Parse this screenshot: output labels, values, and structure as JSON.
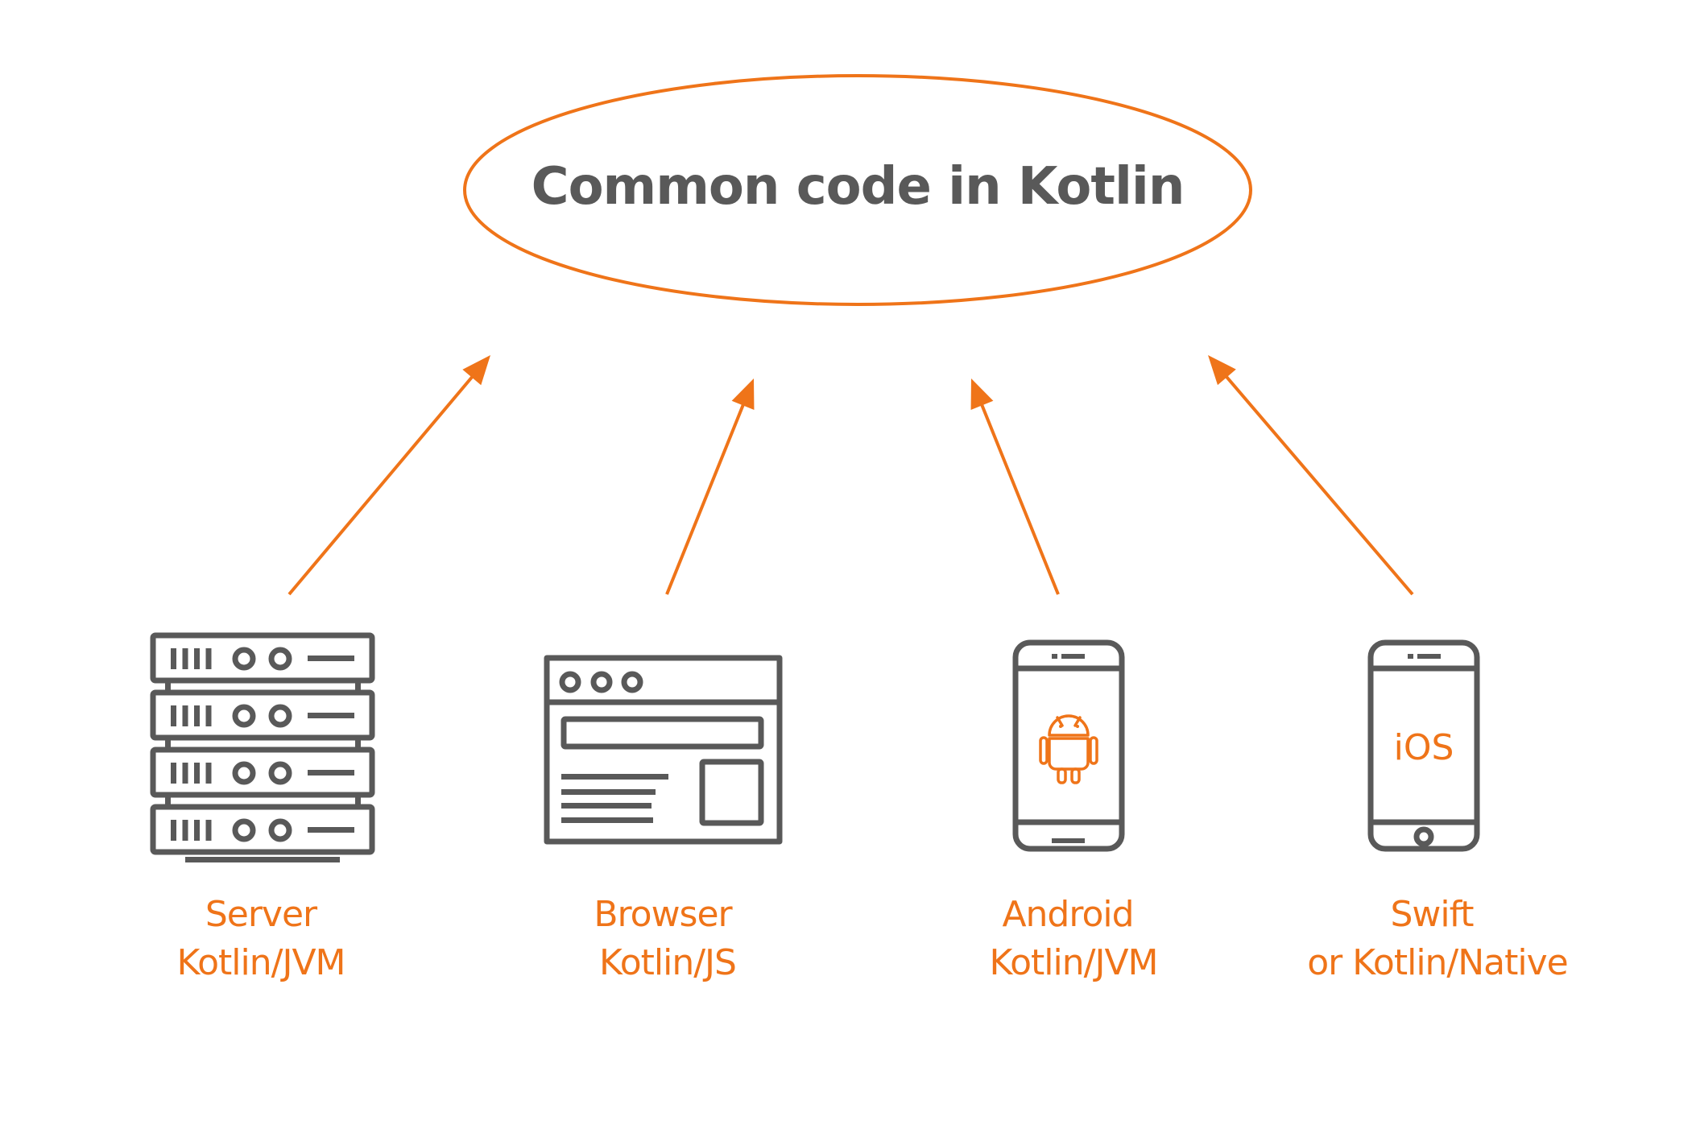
{
  "title": "Common code in Kotlin",
  "colors": {
    "accent": "#ef7419",
    "icon": "#595959",
    "text": "#595959",
    "background": "#ffffff"
  },
  "edges": [
    {
      "from": "server",
      "to": "common-code"
    },
    {
      "from": "browser",
      "to": "common-code"
    },
    {
      "from": "android",
      "to": "common-code"
    },
    {
      "from": "ios",
      "to": "common-code"
    }
  ],
  "targets": [
    {
      "id": "server",
      "icon": "server-rack-icon",
      "line1": "Server",
      "line2": "Kotlin/JVM"
    },
    {
      "id": "browser",
      "icon": "browser-window-icon",
      "line1": "Browser",
      "line2": "Kotlin/JS"
    },
    {
      "id": "android",
      "icon": "android-phone-icon",
      "line1": "Android",
      "line2": "Kotlin/JVM"
    },
    {
      "id": "ios",
      "icon": "iphone-icon",
      "screen_text": "iOS",
      "line1": "Swift",
      "line2": "or Kotlin/Native"
    }
  ]
}
